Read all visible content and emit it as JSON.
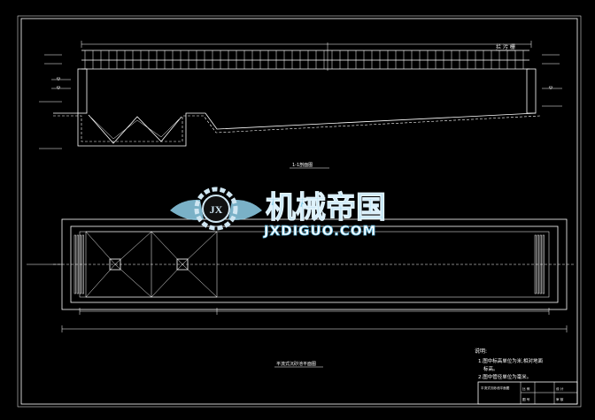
{
  "section": {
    "title": "1-1剖面图",
    "label_trash_rack": "拦 污 栅"
  },
  "plan": {
    "title": "平流式沉砂池平面图"
  },
  "watermark": {
    "cn": "机械帝国",
    "en": "JXDIGUO.COM",
    "badge": "JX"
  },
  "notes": {
    "heading": "说明:",
    "line1": "1.图中标高单位为米,相对地面",
    "line1b": "标高。",
    "line2": "2.图中管径单位为毫米。"
  },
  "titleblock": {
    "name": "平流式沉砂池平面图",
    "r1": "比 例",
    "r2": "图 号",
    "r3": "设 计",
    "r4": "审 核"
  },
  "colors": {
    "background": "#000000",
    "line": "#ffffff",
    "accent_yellow": "#ffff55",
    "accent_green": "#33ff66",
    "watermark_blue": "#8fd0ea"
  }
}
